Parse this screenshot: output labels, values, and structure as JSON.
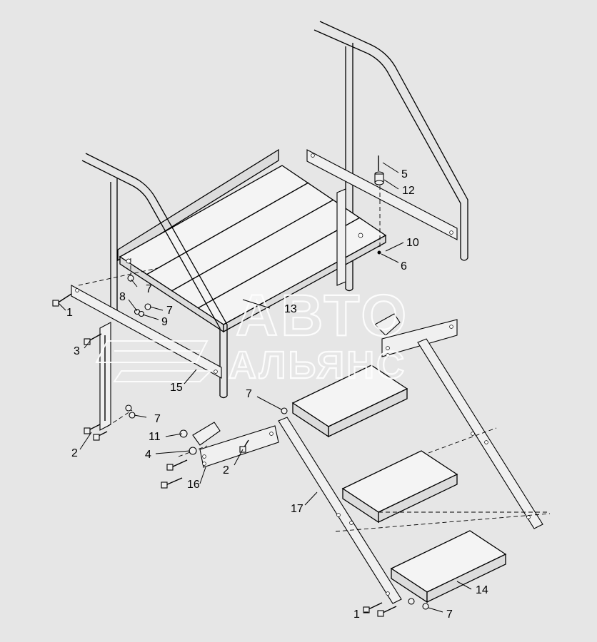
{
  "watermark": {
    "line1": "АВТО",
    "line2": "АЛЬЯНС"
  },
  "callouts": [
    {
      "id": "c1a",
      "text": "1"
    },
    {
      "id": "c1b",
      "text": "1"
    },
    {
      "id": "c2a",
      "text": "2"
    },
    {
      "id": "c2b",
      "text": "2"
    },
    {
      "id": "c3",
      "text": "3"
    },
    {
      "id": "c4",
      "text": "4"
    },
    {
      "id": "c5",
      "text": "5"
    },
    {
      "id": "c6",
      "text": "6"
    },
    {
      "id": "c7a",
      "text": "7"
    },
    {
      "id": "c7b",
      "text": "7"
    },
    {
      "id": "c7c",
      "text": "7"
    },
    {
      "id": "c7d",
      "text": "7"
    },
    {
      "id": "c7e",
      "text": "7"
    },
    {
      "id": "c8",
      "text": "8"
    },
    {
      "id": "c9",
      "text": "9"
    },
    {
      "id": "c10",
      "text": "10"
    },
    {
      "id": "c11",
      "text": "11"
    },
    {
      "id": "c12",
      "text": "12"
    },
    {
      "id": "c13",
      "text": "13"
    },
    {
      "id": "c14",
      "text": "14"
    },
    {
      "id": "c15",
      "text": "15"
    },
    {
      "id": "c16",
      "text": "16"
    },
    {
      "id": "c17",
      "text": "17"
    }
  ]
}
